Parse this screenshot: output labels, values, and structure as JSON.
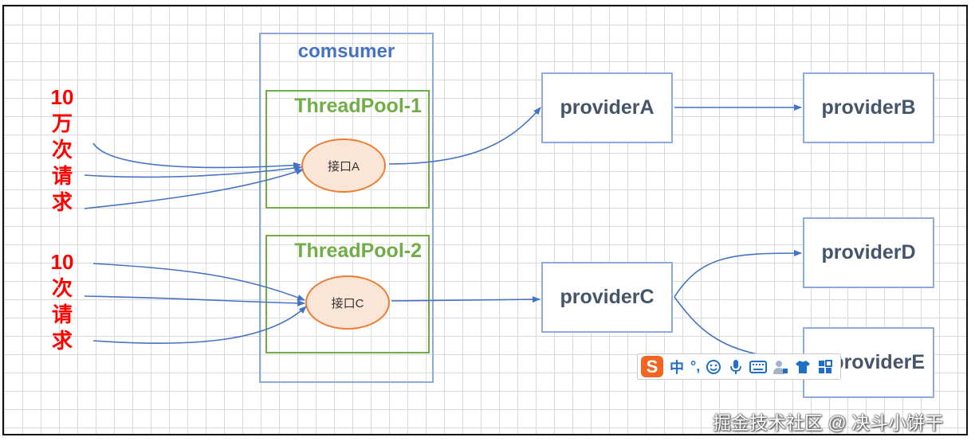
{
  "consumer": {
    "title": "comsumer"
  },
  "pools": [
    {
      "title": "ThreadPool-1",
      "interface": "接口A"
    },
    {
      "title": "ThreadPool-2",
      "interface": "接口C"
    }
  ],
  "providers": {
    "a": "providerA",
    "b": "providerB",
    "c": "providerC",
    "d": "providerD",
    "e": "providerE"
  },
  "requests": [
    {
      "lines": [
        "10",
        "万",
        "次",
        "请",
        "求"
      ]
    },
    {
      "lines": [
        "10",
        "次",
        "请",
        "求"
      ]
    }
  ],
  "ime_toolbar": {
    "logo": "S",
    "mode": "中",
    "punctuation": "°,",
    "icons": [
      "smiley-icon",
      "microphone-icon",
      "keyboard-icon",
      "user-icon",
      "tshirt-icon",
      "grid-icon"
    ]
  },
  "watermark": "掘金技术社区 @ 决斗小饼干",
  "colors": {
    "consumer_border": "#8ea9db",
    "pool_border": "#70ad47",
    "interface_border": "#ed7d31",
    "interface_fill": "#fbe5d6",
    "request_text": "#ff0000",
    "arrow": "#4472c4",
    "provider_text": "#44546a"
  }
}
